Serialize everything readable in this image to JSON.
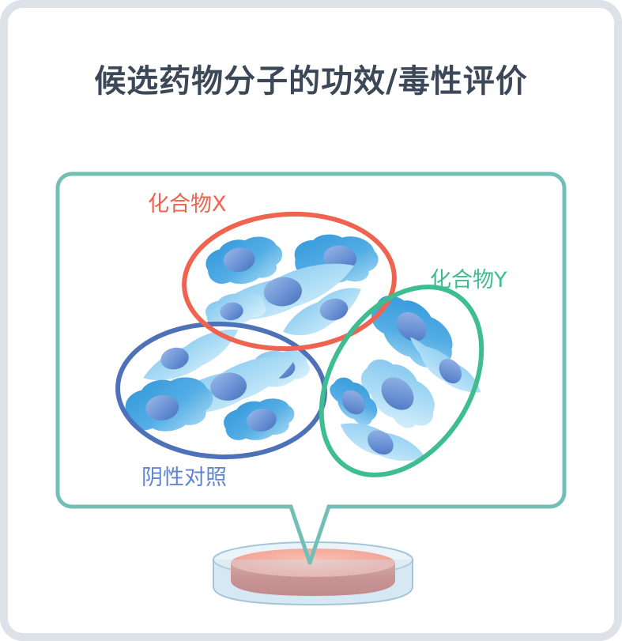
{
  "title": "候选药物分子的功效/毒性评价",
  "panel": {
    "border_color": "#73bfb7",
    "groups": [
      {
        "label": "化合物X",
        "color": "#ef6450",
        "cells_visible": 5
      },
      {
        "label": "化合物Y",
        "color": "#3ebd92",
        "cells_visible": 5
      },
      {
        "label": "阴性对照",
        "label_color": "#6085ce",
        "ellipse_color": "#4d72b8",
        "cells_visible": 5
      }
    ]
  },
  "petri_dish": {
    "glass_color": "#d7e9f4",
    "medium_color": "#e08a7c"
  },
  "colors": {
    "background": "#ffffff",
    "outer_frame": "#dde1e8",
    "title_text": "#3c4858",
    "cell_body_dark": "#2f96da",
    "cell_body_light": "#7cc1ec",
    "cell_nucleus": "#4b77c3"
  }
}
